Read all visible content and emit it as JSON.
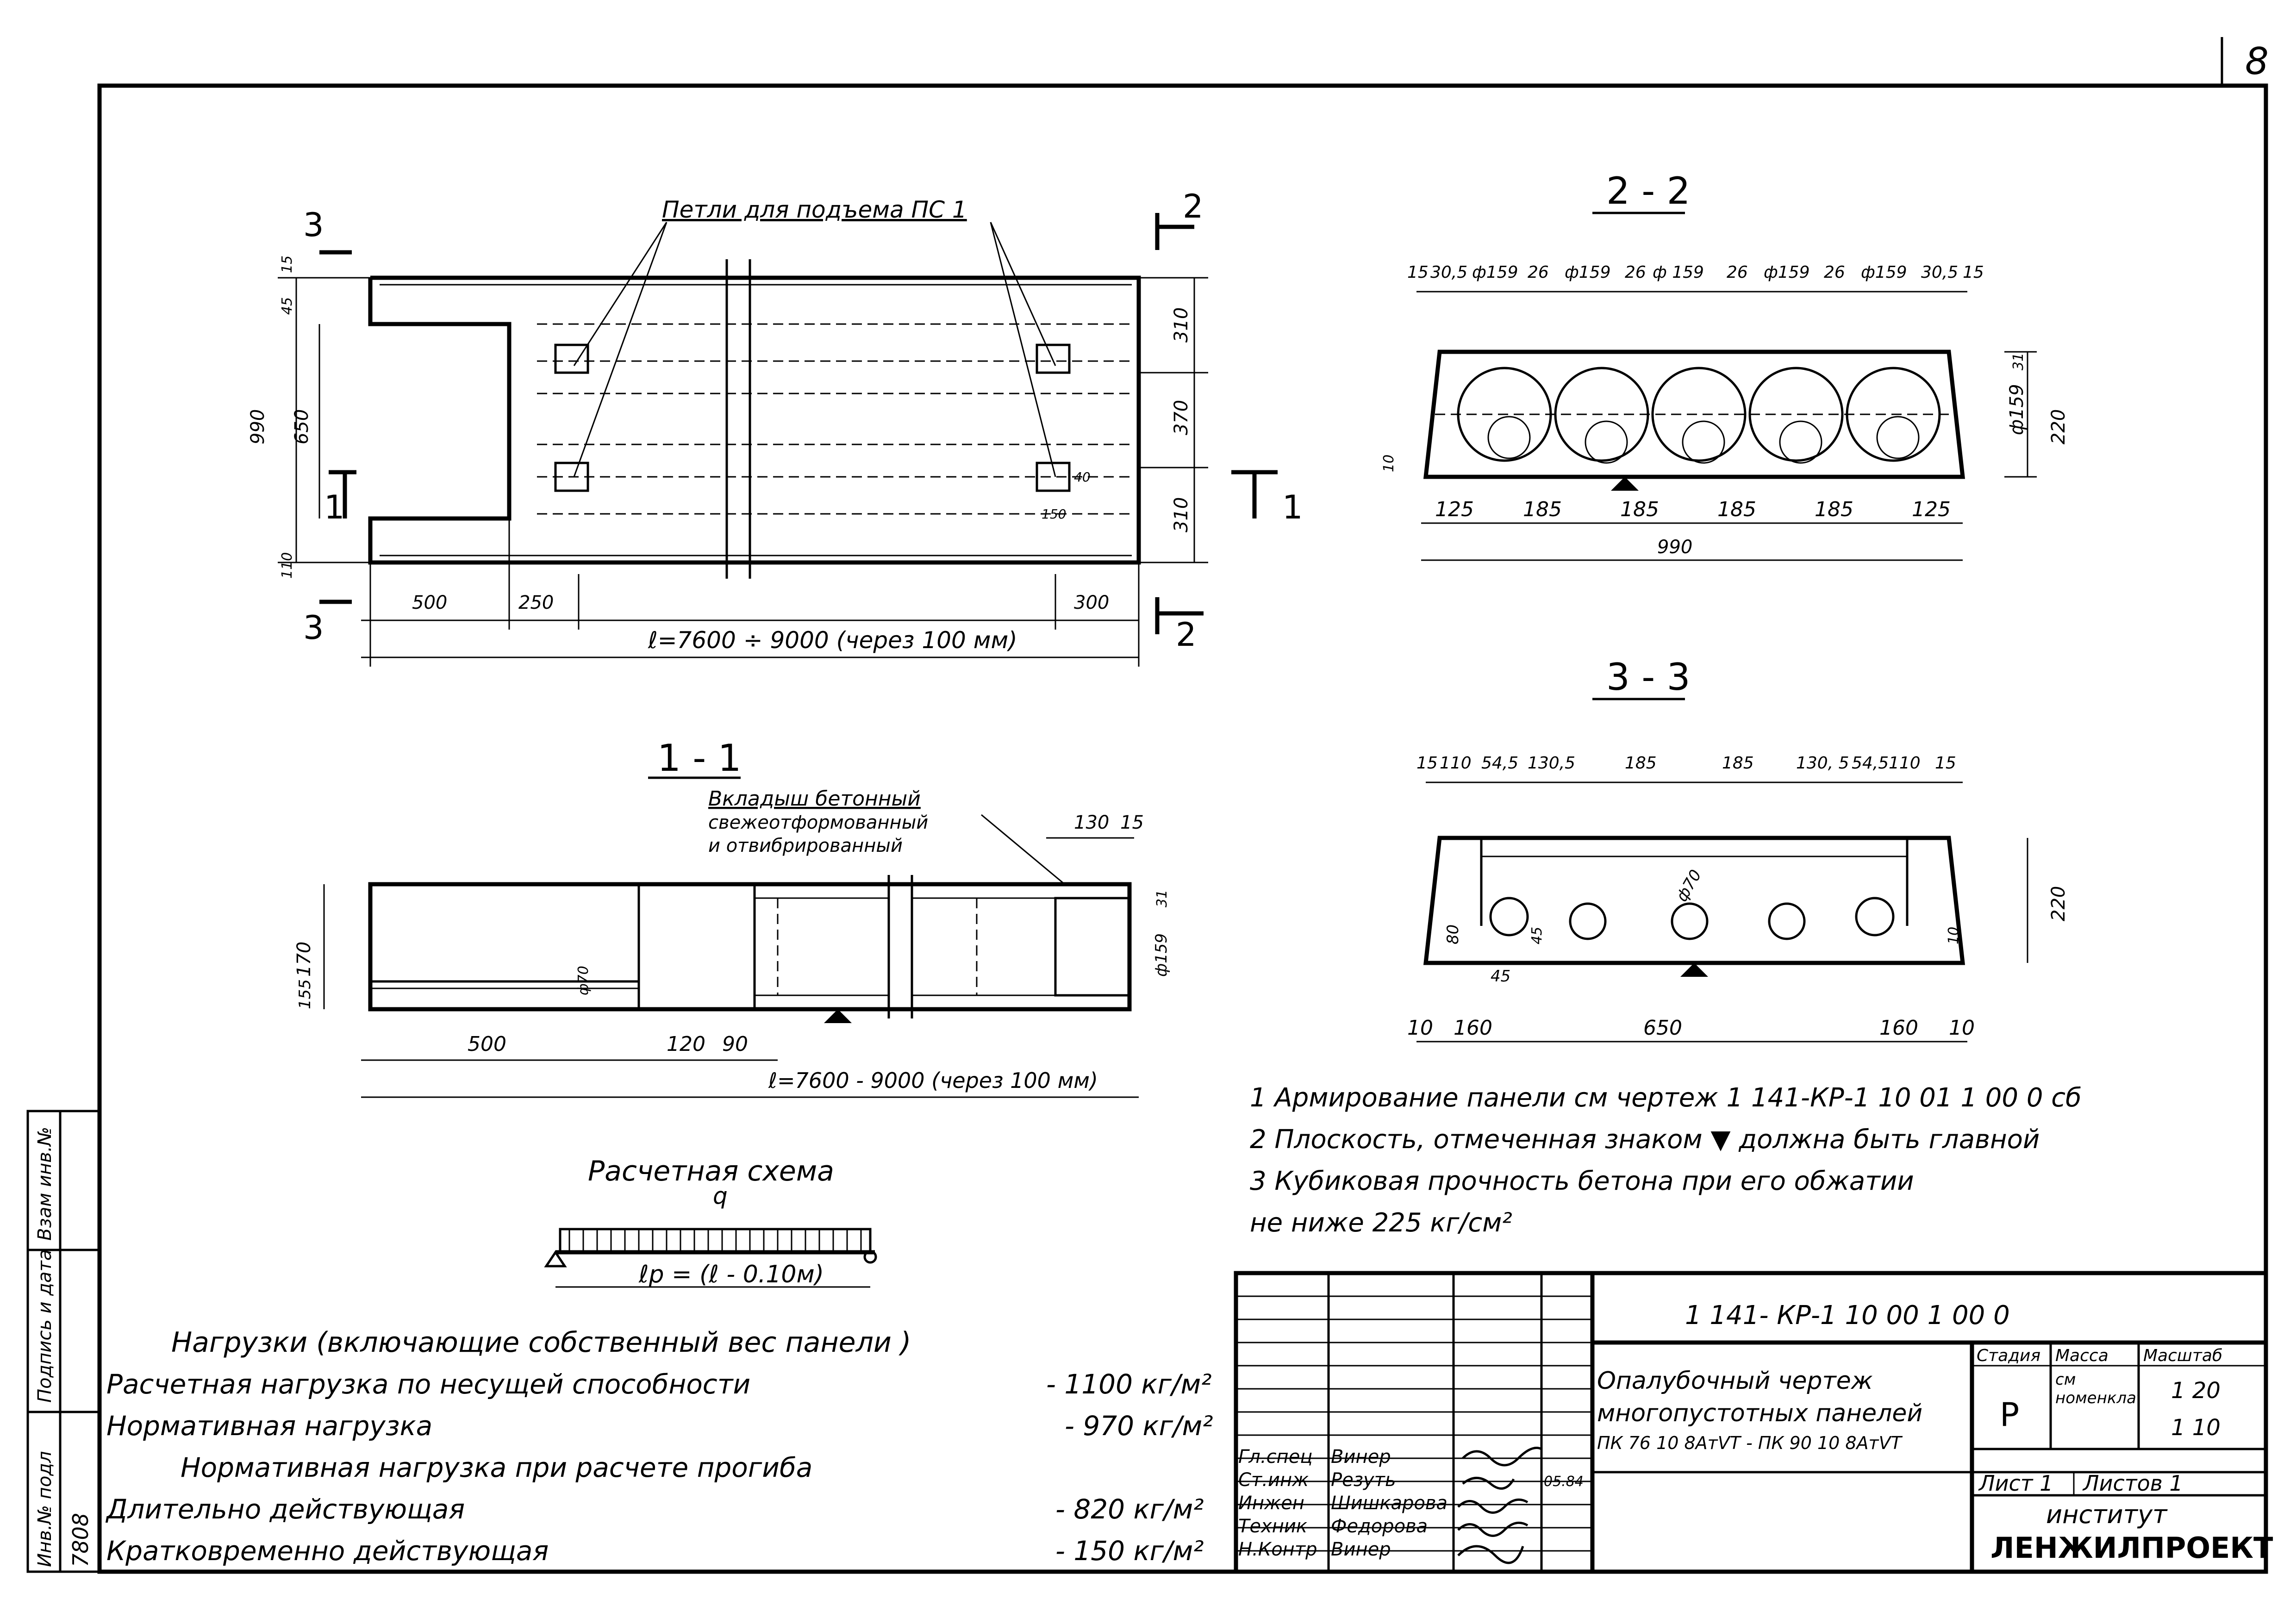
{
  "sheet_corner_number": "8",
  "plan": {
    "loops_label": "Петли для подъема ПС 1",
    "section3_mark": "3",
    "section2_mark": "2",
    "section1_mark": "1",
    "dim_left_total": "990",
    "dim_left_inner": "650",
    "dim_left_a": "15",
    "dim_left_b": "45",
    "dim_left_c": "110",
    "dim_right_top": "310",
    "dim_right_mid": "370",
    "dim_right_bot": "310",
    "dim_loop_a": "40",
    "dim_loop_b": "150",
    "dim_bottom_a": "500",
    "dim_bottom_b": "250",
    "dim_bottom_c": "300",
    "length_label": "ℓ=7600 ÷ 9000  (через  100 мм)"
  },
  "section22": {
    "title": "2 - 2",
    "dims_top": [
      "15",
      "30,5",
      "ф159",
      "26",
      "ф159",
      "26",
      "ф 159",
      "26",
      "ф159",
      "26",
      "ф159",
      "30,5",
      "15"
    ],
    "dims_bottom": [
      "125",
      "185",
      "185",
      "185",
      "185",
      "125"
    ],
    "total": "990",
    "dia": "ф159",
    "height": "220",
    "d31": "31",
    "d10": "10"
  },
  "section33": {
    "title": "3 - 3",
    "dims_top": [
      "15",
      "110",
      "54,5",
      "130,5",
      "185",
      "185",
      "130, 5",
      "54,5",
      "110",
      "15"
    ],
    "dims_bottom": [
      "10",
      "160",
      "650",
      "160",
      "10"
    ],
    "dia70": "ф70",
    "d80": "80",
    "d45": "45",
    "d45b": "45",
    "height": "220",
    "d10": "10"
  },
  "section11": {
    "title": "1 - 1",
    "insert_label_1": "Вкладыш бетонный",
    "insert_label_2": "свежеотформованный",
    "insert_label_3": "и отвибрированный",
    "dim_130": "130",
    "dim_15": "15",
    "dim_170": "170",
    "dim_155": "155",
    "dim_31": "31",
    "dia": "ф159",
    "dia70": "ф70",
    "dims_bottom": [
      "500",
      "120",
      "90"
    ],
    "length_label": "ℓ=7600 - 9000 (через 100 мм)"
  },
  "notes": [
    "1 Армирование панели  см  чертеж  1 141-КР-1 10 01 1 00 0 сб",
    "2 Плоскость, отмеченная   знаком  ▼  должна  быть главной",
    "3 Кубиковая  прочность  бетона  при   его  обжатии",
    "   не  ниже   225 кг/см²"
  ],
  "calc_scheme": {
    "title": "Расчетная  схема",
    "q": "q",
    "span_label": "ℓр = (ℓ - 0.10м)"
  },
  "loads": {
    "heading": "Нагрузки (включающие  собственный  вес  панели )",
    "rows": [
      {
        "label": "Расчетная  нагрузка   по  несущей  способности",
        "value": "- 1100 кг/м²"
      },
      {
        "label": "Нормативная   нагрузка",
        "value": "- 970 кг/м²"
      },
      {
        "label": "Нормативная нагрузка   при расчете  прогиба",
        "value": ""
      },
      {
        "label": "Длительно   действующая",
        "value": "- 820 кг/м²"
      },
      {
        "label": "Кратковременно   действующая",
        "value": "- 150 кг/м²"
      }
    ]
  },
  "side_stamp": {
    "inv_orig": "Инв.№ подл",
    "sign_date": "Подпись и дата",
    "inv_repl": "Взам инв.№",
    "inv_value": "7808"
  },
  "title_block": {
    "code": "1 141- КР-1 10 00 1 00 0",
    "name_1": "Опалубочный  чертеж",
    "name_2": "многопустотных панелей",
    "name_3": "ПК 76 10 8АтVТ - ПК 90 10 8АтVТ",
    "stage_head": "Стадия",
    "mass_head": "Масса",
    "scale_head": "Масштаб",
    "stage": "Р",
    "mass": "см номенклатуру",
    "scale_1": "1 20",
    "scale_2": "1 10",
    "sheet": "Лист 1",
    "sheets": "Листов 1",
    "org_1": "институт",
    "org_2": "ЛЕНЖИЛПРОЕКТ",
    "staff": [
      {
        "role": "Гл.спец",
        "name": "Винер",
        "sign": "",
        "date": ""
      },
      {
        "role": "Ст.инж",
        "name": "Резуть",
        "sign": "",
        "date": "05.84"
      },
      {
        "role": "Инжен",
        "name": "Шишкарова",
        "sign": "",
        "date": ""
      },
      {
        "role": "Техник",
        "name": "Федорова",
        "sign": "",
        "date": ""
      },
      {
        "role": "Н.Контр",
        "name": "Винер",
        "sign": "",
        "date": ""
      }
    ]
  }
}
